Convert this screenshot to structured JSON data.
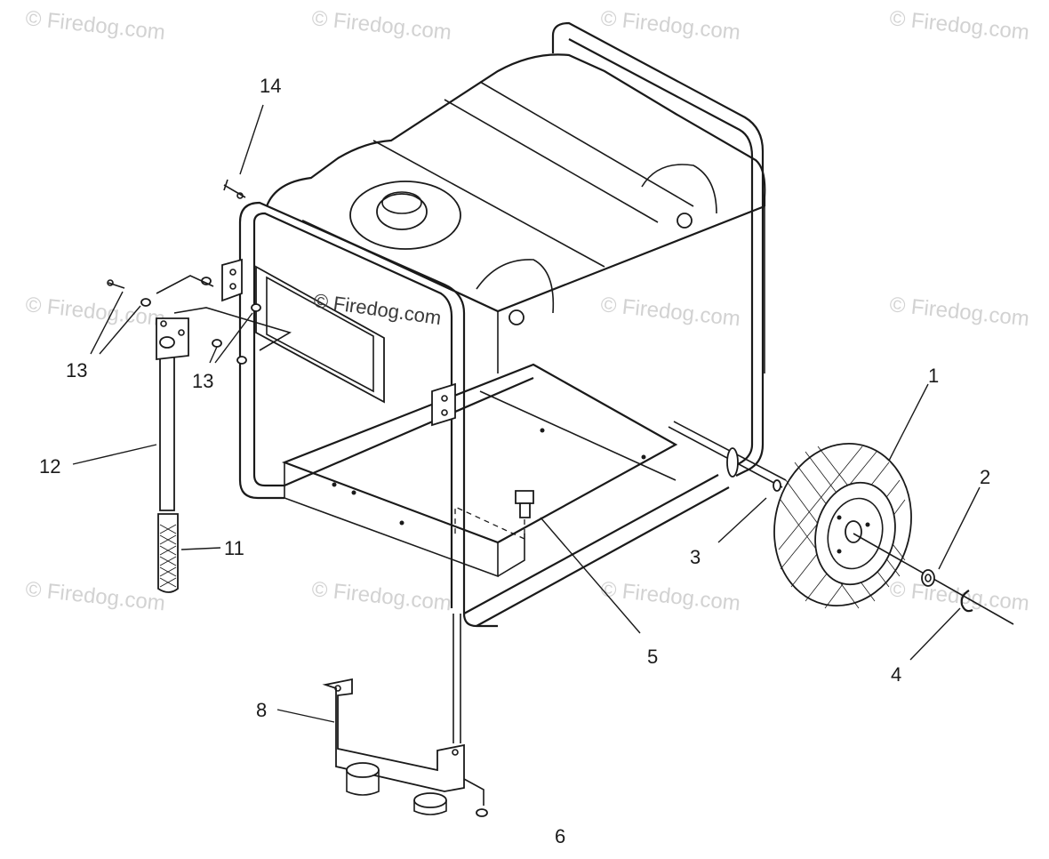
{
  "watermark": {
    "text": "© Firedog.com",
    "center_text": "© Firedog.com"
  },
  "callouts": [
    {
      "id": "1",
      "label": "1"
    },
    {
      "id": "2",
      "label": "2"
    },
    {
      "id": "3",
      "label": "3"
    },
    {
      "id": "4",
      "label": "4"
    },
    {
      "id": "5",
      "label": "5"
    },
    {
      "id": "8",
      "label": "8"
    },
    {
      "id": "11",
      "label": "11"
    },
    {
      "id": "12",
      "label": "12"
    },
    {
      "id": "13a",
      "label": "13"
    },
    {
      "id": "13b",
      "label": "13"
    },
    {
      "id": "14",
      "label": "14"
    },
    {
      "id": "6",
      "label": "6"
    }
  ]
}
